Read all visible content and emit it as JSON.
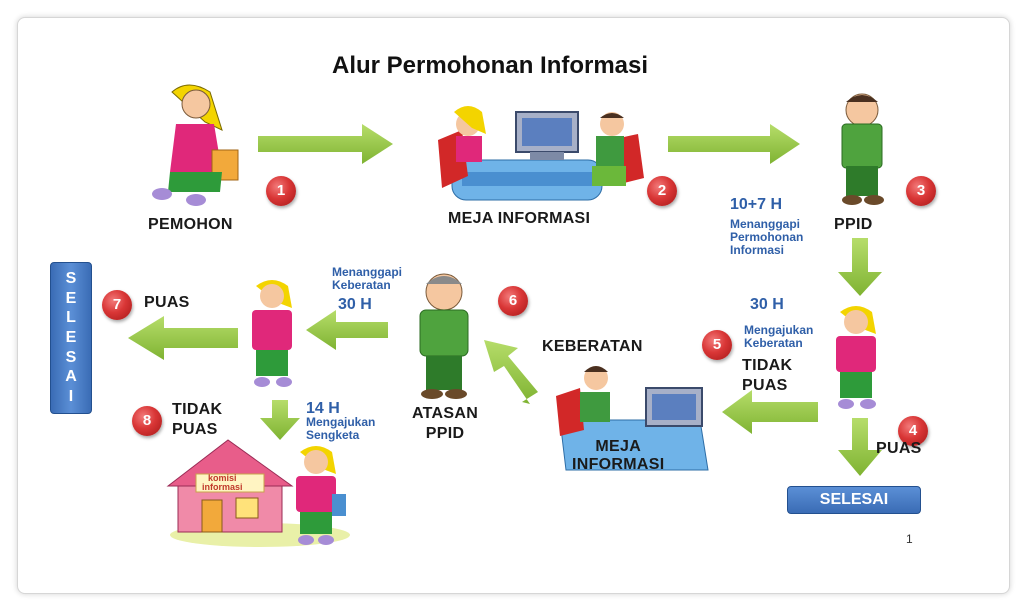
{
  "title": "Alur Permohonan Informasi",
  "badges": [
    "1",
    "2",
    "3",
    "4",
    "5",
    "6",
    "7",
    "8"
  ],
  "labels": {
    "pemohon": "PEMOHON",
    "meja_informasi_top": "MEJA INFORMASI",
    "ppid": "PPID",
    "puas_right": "PUAS",
    "selesai_bottom": "SELESAI",
    "tidak_puas_right": "TIDAK\nPUAS",
    "keberatan": "KEBERATAN",
    "meja_informasi_bottom": "MEJA\nINFORMASI",
    "atasan_ppid": "ATASAN\nPPID",
    "puas_left": "PUAS",
    "tidak_puas_left": "TIDAK\nPUAS",
    "selesai_vertical": [
      "S",
      "E",
      "L",
      "E",
      "S",
      "A",
      "I"
    ],
    "house_sign": "komisi\ninformasi"
  },
  "durations": {
    "d10_7": "10+7 H",
    "d10_7_note": "Menanggapi\nPermohonan\nInformasi",
    "d30_right": "30 H",
    "d30_right_note": "Mengajukan\nKeberatan",
    "d30_left_note": "Menanggapi\nKeberatan",
    "d30_left": "30 H",
    "d14": "14 H",
    "d14_note": "Mengajukan\nSengketa"
  },
  "page_number": "1",
  "colors": {
    "arrow": "#8fc43e",
    "badge": "#d93636",
    "blue_text": "#2f5fa8",
    "selesai_box": "#4a7cc4"
  }
}
